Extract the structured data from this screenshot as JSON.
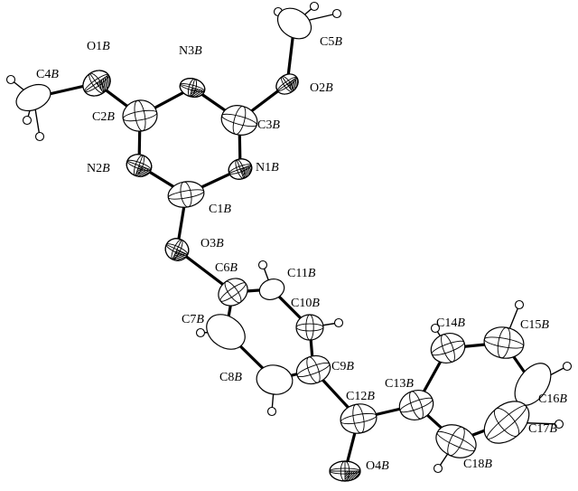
{
  "figure": {
    "kind": "ORTEP thermal-ellipsoid molecular structure",
    "suffix": "B"
  },
  "atom_labels": [
    {
      "id": "O1",
      "label": "O1"
    },
    {
      "id": "N3",
      "label": "N3"
    },
    {
      "id": "C5",
      "label": "C5"
    },
    {
      "id": "C4",
      "label": "C4"
    },
    {
      "id": "O2",
      "label": "O2"
    },
    {
      "id": "C2",
      "label": "C2"
    },
    {
      "id": "C3",
      "label": "C3"
    },
    {
      "id": "N2",
      "label": "N2"
    },
    {
      "id": "N1",
      "label": "N1"
    },
    {
      "id": "C1",
      "label": "C1"
    },
    {
      "id": "O3",
      "label": "O3"
    },
    {
      "id": "C6",
      "label": "C6"
    },
    {
      "id": "C11",
      "label": "C11"
    },
    {
      "id": "C10",
      "label": "C10"
    },
    {
      "id": "C7",
      "label": "C7"
    },
    {
      "id": "C14",
      "label": "C14"
    },
    {
      "id": "C15",
      "label": "C15"
    },
    {
      "id": "C8",
      "label": "C8"
    },
    {
      "id": "C9",
      "label": "C9"
    },
    {
      "id": "C13",
      "label": "C13"
    },
    {
      "id": "C12",
      "label": "C12"
    },
    {
      "id": "C16",
      "label": "C16"
    },
    {
      "id": "C17",
      "label": "C17"
    },
    {
      "id": "O4",
      "label": "O4"
    },
    {
      "id": "C18",
      "label": "C18"
    }
  ],
  "bonds": [
    [
      "C4",
      "O1"
    ],
    [
      "O1",
      "C2"
    ],
    [
      "C2",
      "N3"
    ],
    [
      "N3",
      "C3"
    ],
    [
      "C3",
      "O2"
    ],
    [
      "O2",
      "C5"
    ],
    [
      "C2",
      "N2"
    ],
    [
      "C3",
      "N1"
    ],
    [
      "N2",
      "C1"
    ],
    [
      "N1",
      "C1"
    ],
    [
      "C1",
      "O3"
    ],
    [
      "O3",
      "C6"
    ],
    [
      "C6",
      "C11"
    ],
    [
      "C11",
      "C10"
    ],
    [
      "C10",
      "C9"
    ],
    [
      "C6",
      "C7"
    ],
    [
      "C7",
      "C8"
    ],
    [
      "C8",
      "C9"
    ],
    [
      "C9",
      "C12"
    ],
    [
      "C12",
      "O4"
    ],
    [
      "C12",
      "C13"
    ],
    [
      "C13",
      "C14"
    ],
    [
      "C14",
      "C15"
    ],
    [
      "C15",
      "C16"
    ],
    [
      "C16",
      "C17"
    ],
    [
      "C17",
      "C18"
    ],
    [
      "C18",
      "C13"
    ]
  ],
  "hydrogen_bonds": [
    [
      "C4",
      "H4a"
    ],
    [
      "C4",
      "H4b"
    ],
    [
      "C4",
      "H4c"
    ],
    [
      "C5",
      "H5a"
    ],
    [
      "C5",
      "H5b"
    ],
    [
      "C5",
      "H5c"
    ],
    [
      "C11",
      "H11"
    ],
    [
      "C10",
      "H10"
    ],
    [
      "C7",
      "H7"
    ],
    [
      "C8",
      "H8"
    ],
    [
      "C14",
      "H14"
    ],
    [
      "C15",
      "H15"
    ],
    [
      "C16",
      "H16"
    ],
    [
      "C17",
      "H17"
    ],
    [
      "C18",
      "H18"
    ]
  ]
}
